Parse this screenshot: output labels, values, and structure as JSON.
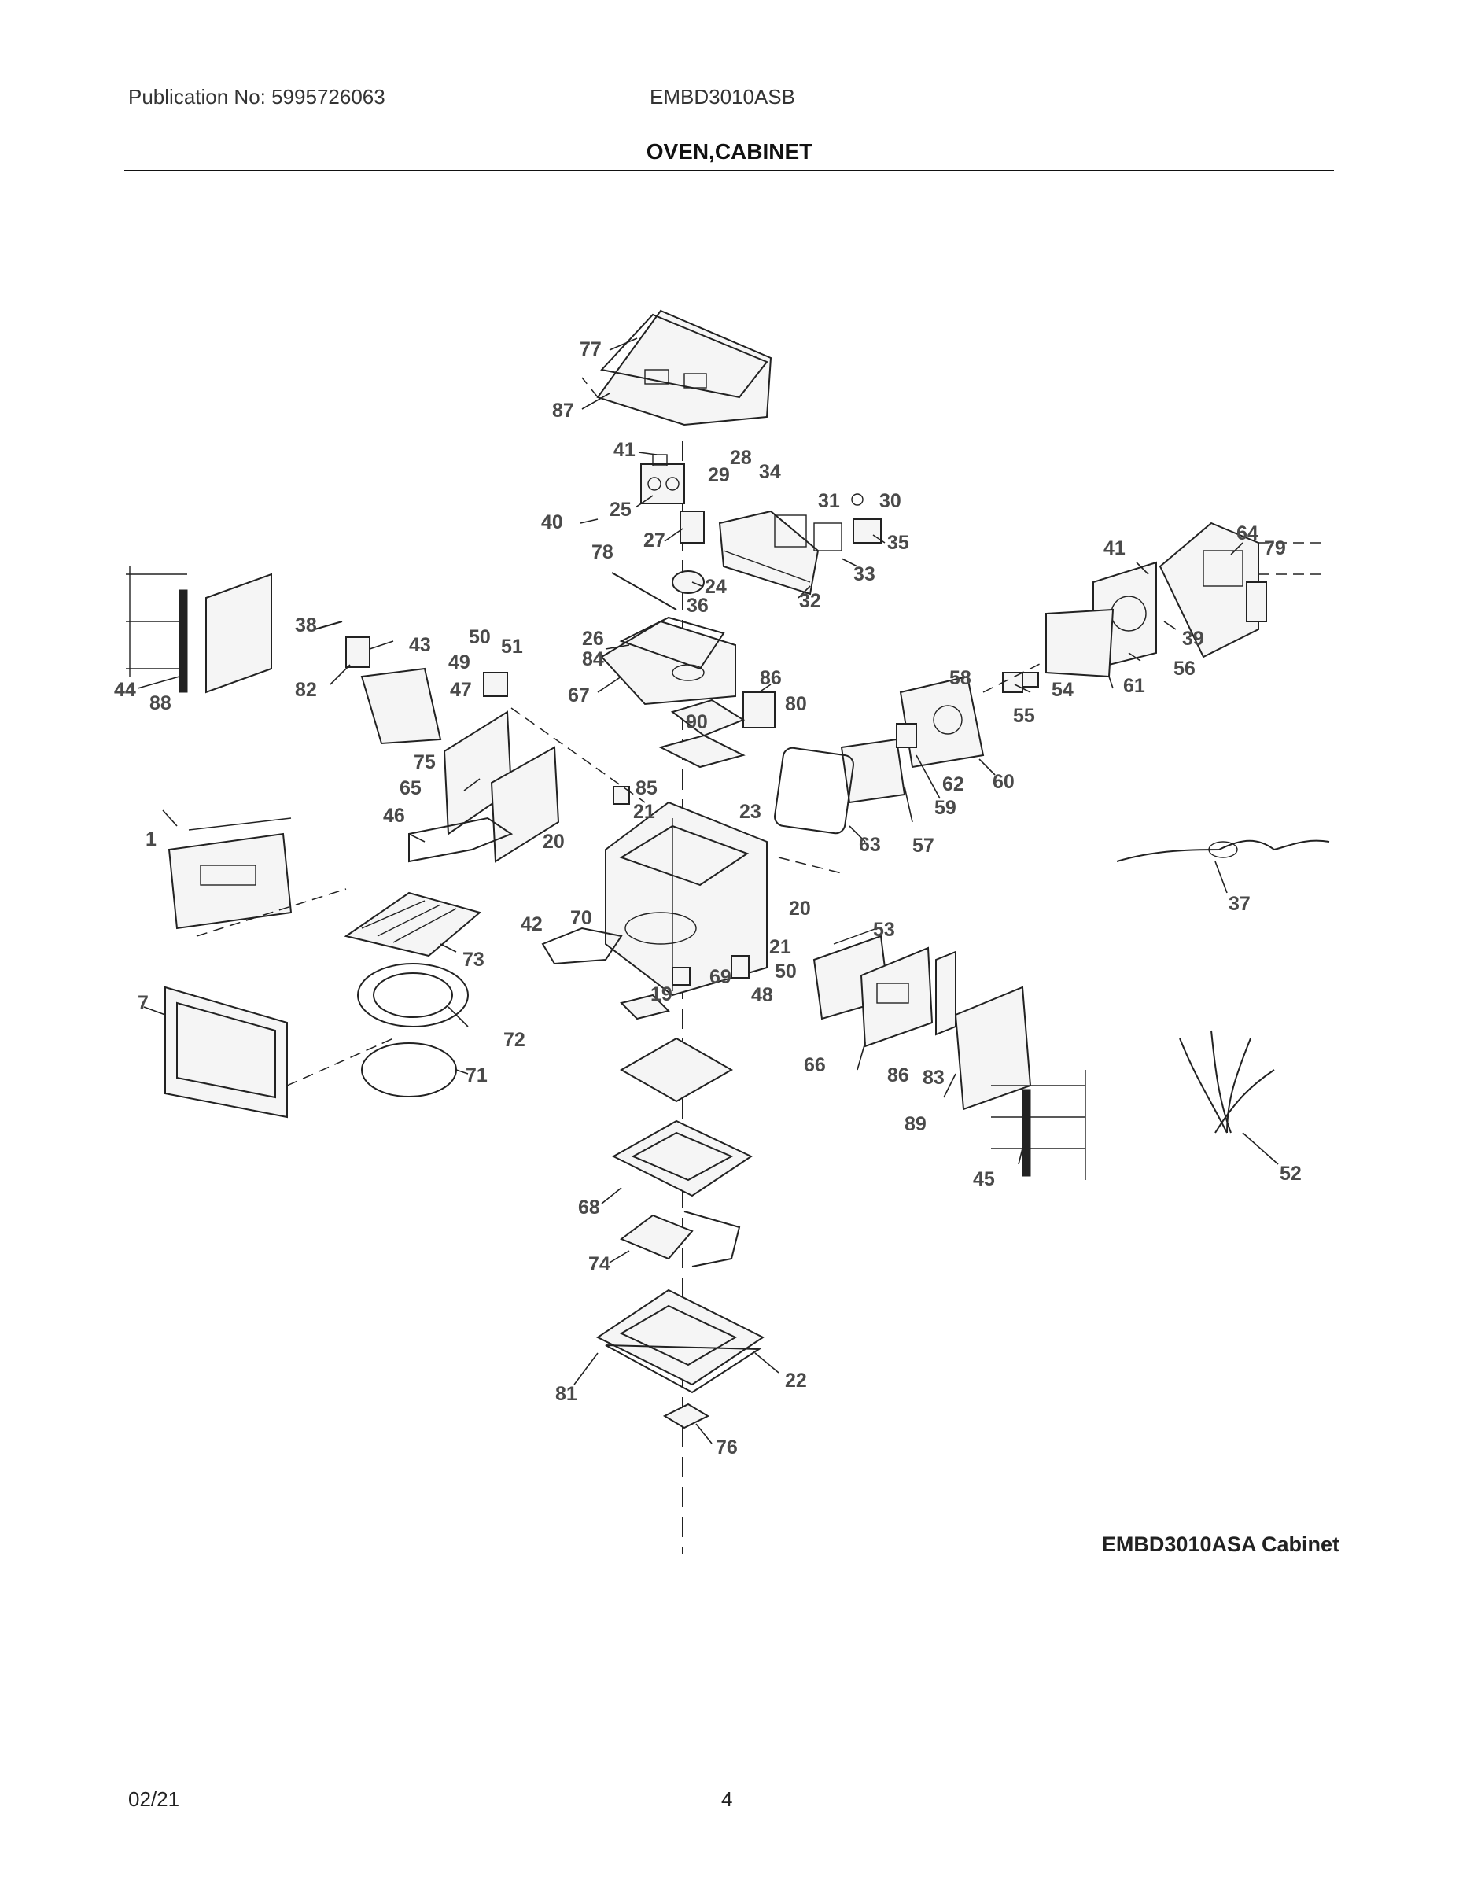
{
  "header": {
    "publication": "Publication No: 5995726063",
    "model": "EMBD3010ASB",
    "section_title": "OVEN,CABINET"
  },
  "diagram": {
    "caption": "EMBD3010ASA Cabinet",
    "callouts": [
      {
        "n": "77"
      },
      {
        "n": "87"
      },
      {
        "n": "41"
      },
      {
        "n": "28"
      },
      {
        "n": "34"
      },
      {
        "n": "29"
      },
      {
        "n": "25"
      },
      {
        "n": "40"
      },
      {
        "n": "31"
      },
      {
        "n": "30"
      },
      {
        "n": "27"
      },
      {
        "n": "35"
      },
      {
        "n": "78"
      },
      {
        "n": "33"
      },
      {
        "n": "24"
      },
      {
        "n": "36"
      },
      {
        "n": "32"
      },
      {
        "n": "41"
      },
      {
        "n": "64"
      },
      {
        "n": "79"
      },
      {
        "n": "38"
      },
      {
        "n": "43"
      },
      {
        "n": "50"
      },
      {
        "n": "51"
      },
      {
        "n": "26"
      },
      {
        "n": "84"
      },
      {
        "n": "49"
      },
      {
        "n": "47"
      },
      {
        "n": "67"
      },
      {
        "n": "86"
      },
      {
        "n": "80"
      },
      {
        "n": "39"
      },
      {
        "n": "56"
      },
      {
        "n": "44"
      },
      {
        "n": "88"
      },
      {
        "n": "82"
      },
      {
        "n": "58"
      },
      {
        "n": "54"
      },
      {
        "n": "61"
      },
      {
        "n": "55"
      },
      {
        "n": "90"
      },
      {
        "n": "75"
      },
      {
        "n": "65"
      },
      {
        "n": "62"
      },
      {
        "n": "60"
      },
      {
        "n": "59"
      },
      {
        "n": "85"
      },
      {
        "n": "21"
      },
      {
        "n": "23"
      },
      {
        "n": "46"
      },
      {
        "n": "1"
      },
      {
        "n": "20"
      },
      {
        "n": "63"
      },
      {
        "n": "57"
      },
      {
        "n": "37"
      },
      {
        "n": "20"
      },
      {
        "n": "42"
      },
      {
        "n": "70"
      },
      {
        "n": "53"
      },
      {
        "n": "73"
      },
      {
        "n": "21"
      },
      {
        "n": "50"
      },
      {
        "n": "69"
      },
      {
        "n": "48"
      },
      {
        "n": "7"
      },
      {
        "n": "19"
      },
      {
        "n": "72"
      },
      {
        "n": "66"
      },
      {
        "n": "86"
      },
      {
        "n": "83"
      },
      {
        "n": "71"
      },
      {
        "n": "89"
      },
      {
        "n": "52"
      },
      {
        "n": "45"
      },
      {
        "n": "68"
      },
      {
        "n": "74"
      },
      {
        "n": "81"
      },
      {
        "n": "22"
      },
      {
        "n": "76"
      }
    ]
  },
  "footer": {
    "date": "02/21",
    "page": "4"
  }
}
